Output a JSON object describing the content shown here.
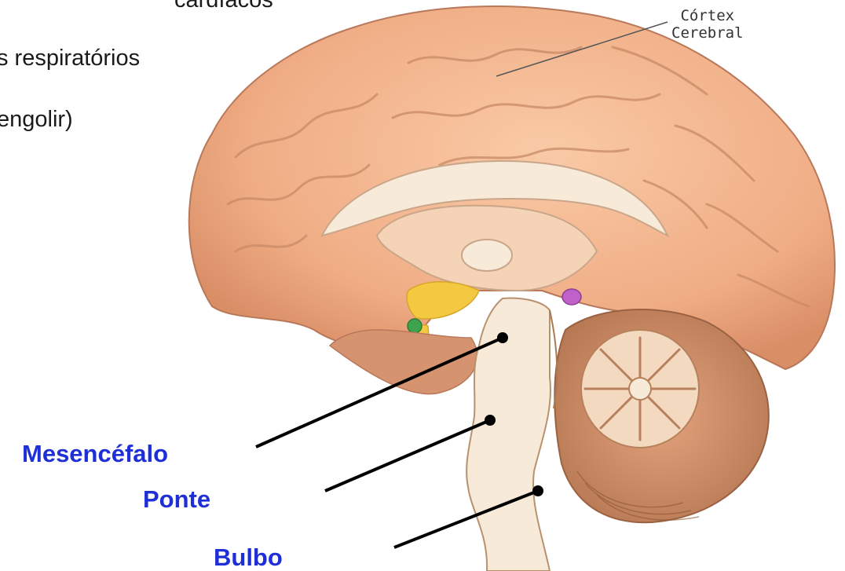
{
  "text_lines": [
    "cardíacos",
    "s respiratórios",
    "engolir)"
  ],
  "labels": {
    "cortex_line1": "Córtex",
    "cortex_line2": "Cerebral",
    "mesencefalo": "Mesencéfalo",
    "ponte": "Ponte",
    "bulbo": "Bulbo"
  },
  "colors": {
    "label_blue": "#1f2fd8",
    "brain_skin": "#f2b48d",
    "brain_shadow": "#d98e66",
    "white_matter": "#f7ead8",
    "cerebellum": "#c98d66",
    "yellow_region": "#f5c842",
    "green_dot": "#3fa34d",
    "pink_dot": "#c061c9"
  }
}
